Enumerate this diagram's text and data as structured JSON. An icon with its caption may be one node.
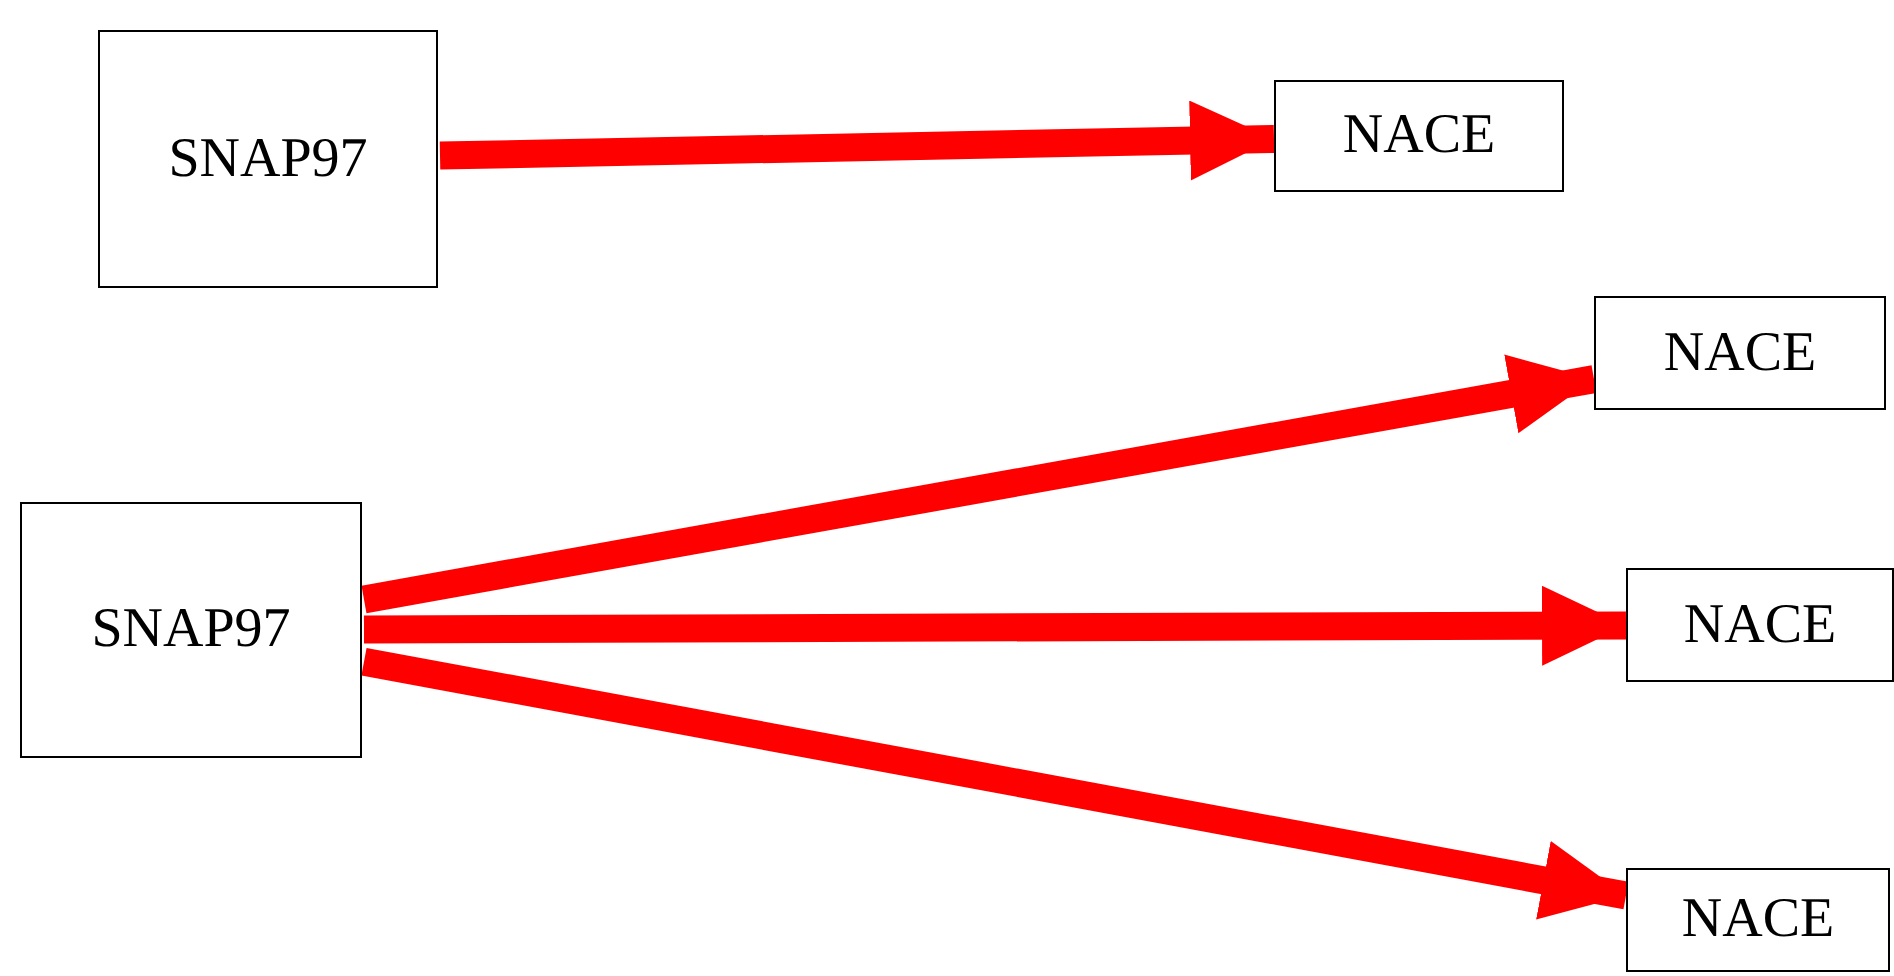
{
  "diagram": {
    "nodes": [
      {
        "text": [
          "SNAP97"
        ]
      },
      {
        "text": [
          "NACE"
        ]
      },
      {
        "text": [
          "SNAP97"
        ]
      },
      {
        "text": [
          "NACE"
        ]
      },
      {
        "text": [
          "NACE"
        ]
      },
      {
        "text": [
          "NACE"
        ]
      }
    ],
    "edges": [
      {
        "from": 0,
        "to": 1,
        "arrow": "to"
      },
      {
        "from": 2,
        "to": 3,
        "arrow": "to"
      },
      {
        "from": 2,
        "to": 4,
        "arrow": "to"
      },
      {
        "from": 2,
        "to": 5,
        "arrow": "to"
      }
    ]
  }
}
